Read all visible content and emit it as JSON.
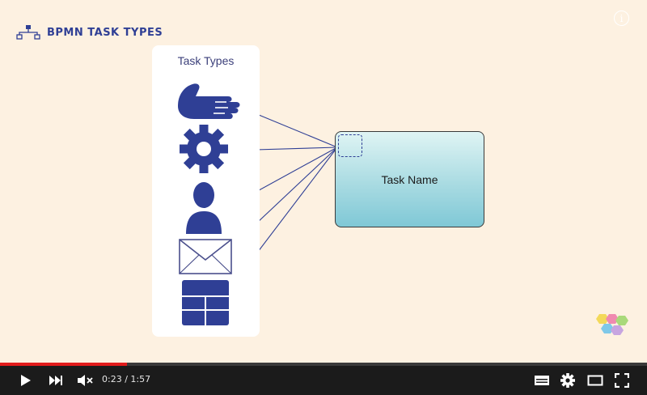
{
  "app": {
    "brand_title": "BPMN TASK TYPES"
  },
  "diagram": {
    "panel_title": "Task Types",
    "task_label": "Task Name",
    "task_type_icons": [
      "hand-icon",
      "gear-icon",
      "user-icon",
      "envelope-icon",
      "table-icon"
    ]
  },
  "player": {
    "time_current": "0:23",
    "time_separator": " / ",
    "time_total": "1:57",
    "progress": 0.196,
    "icons": {
      "play": "play-icon",
      "next": "next-icon",
      "mute": "volume-muted-icon",
      "subtitles": "subtitles-icon",
      "settings": "gear-icon",
      "theater": "theater-mode-icon",
      "fullscreen": "fullscreen-icon",
      "info": "info-icon"
    }
  },
  "colors": {
    "background": "#fdf1e1",
    "icon_blue": "#2f3f95",
    "progress_red": "#e21b1b",
    "control_bar": "#1b1b1b"
  }
}
